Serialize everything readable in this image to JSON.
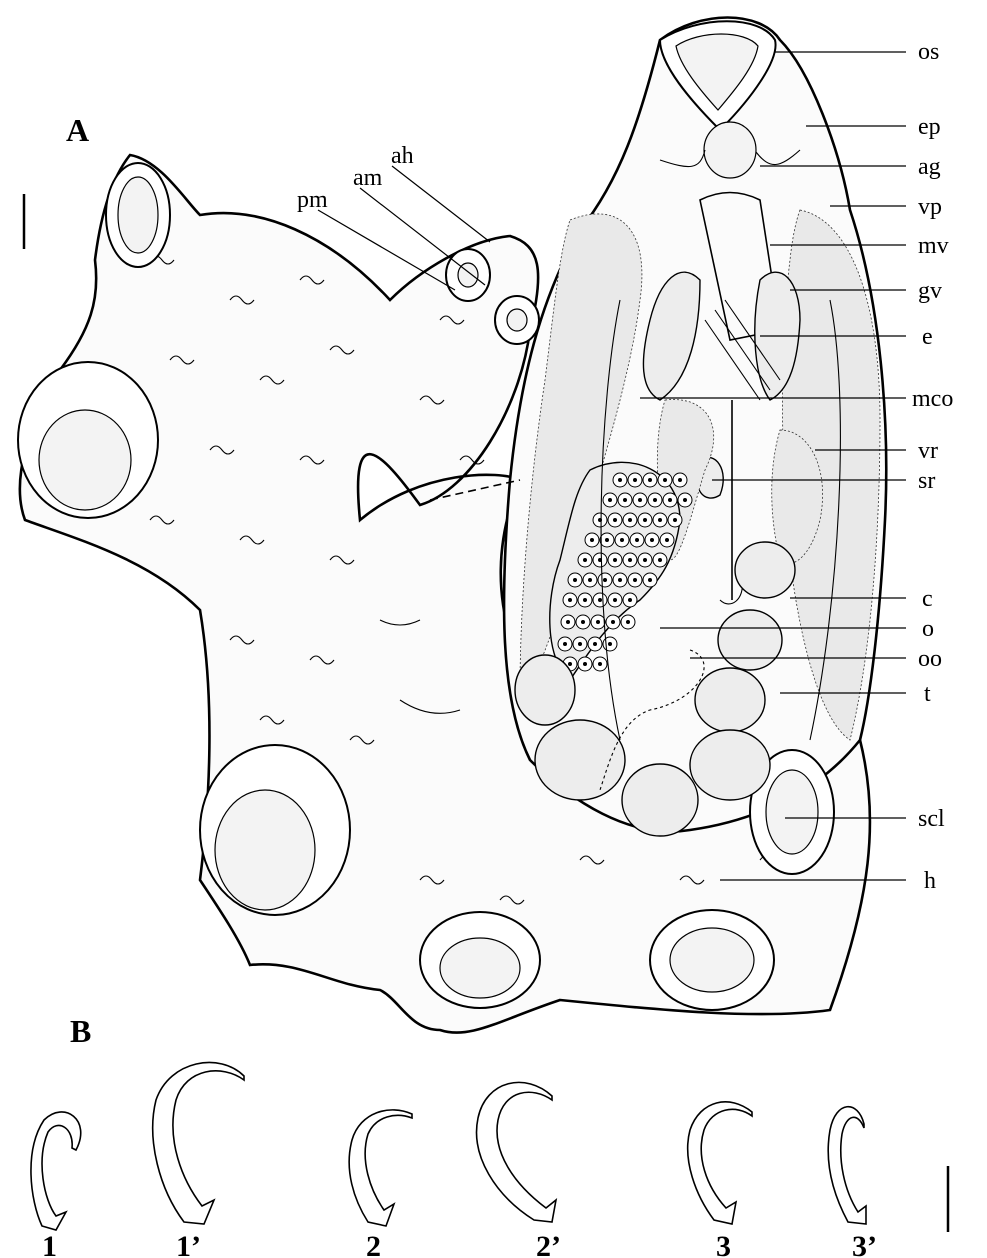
{
  "panels": {
    "a": "A",
    "b": "B"
  },
  "labels_right": [
    "os",
    "ep",
    "ag",
    "vp",
    "mv",
    "gv",
    "e",
    "mco",
    "vr",
    "sr",
    "c",
    "o",
    "oo",
    "t",
    "scl",
    "h"
  ],
  "labels_top": {
    "ah": "ah",
    "am": "am",
    "pm": "pm"
  },
  "hooks": [
    "1",
    "1’",
    "2",
    "2’",
    "3",
    "3’"
  ]
}
